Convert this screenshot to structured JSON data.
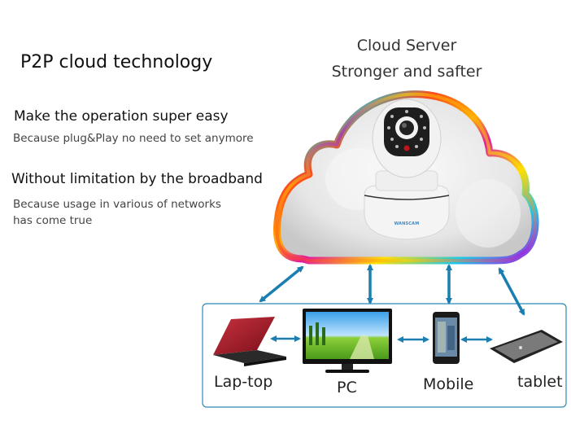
{
  "title": "P2P cloud technology",
  "cloud_server": {
    "line1": "Cloud Server",
    "line2": "Stronger and safter"
  },
  "features": [
    {
      "heading": "Make the operation super easy",
      "detail_lines": [
        "Because  plug&Play  no need to set anymore"
      ]
    },
    {
      "heading": "Without limitation by the broadband",
      "detail_lines": [
        "Because usage in various of networks",
        "has come true"
      ]
    }
  ],
  "devices": [
    {
      "id": "laptop",
      "label": "Lap-top",
      "icon": "laptop-icon"
    },
    {
      "id": "pc",
      "label": "PC",
      "icon": "monitor-icon"
    },
    {
      "id": "mobile",
      "label": "Mobile",
      "icon": "smartphone-icon"
    },
    {
      "id": "tablet",
      "label": "tablet",
      "icon": "tablet-icon"
    }
  ],
  "camera": {
    "icon": "ip-camera-icon",
    "brand_logo_text": "WANSCAM"
  },
  "colors": {
    "arrow": "#1a7fb0",
    "box_border": "#2a8ab8",
    "laptop": "#9a1826",
    "cloud_fill": "#e8e8e8"
  }
}
